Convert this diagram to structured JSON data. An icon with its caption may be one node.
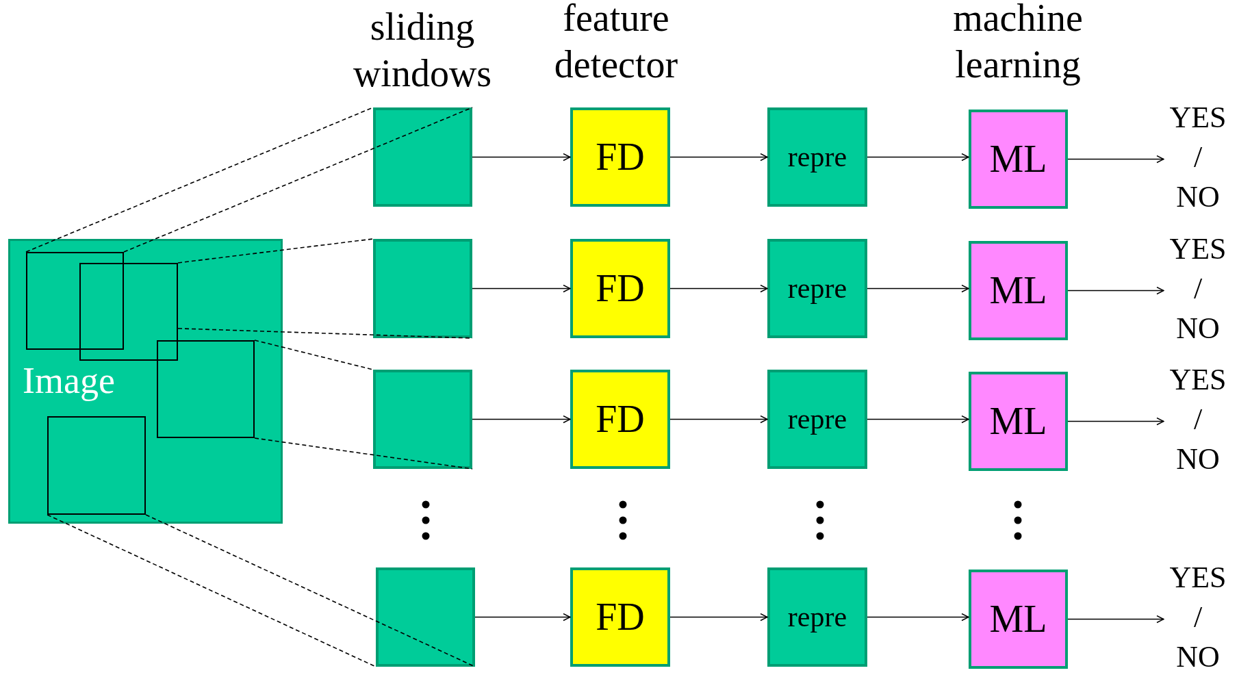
{
  "diagram": {
    "nodes": [
      {
        "text": [
          "Image"
        ]
      },
      {
        "text": [],
        "shape": "box",
        "in": 0
      },
      {
        "text": [],
        "shape": "box",
        "in": 0
      },
      {
        "text": [],
        "shape": "box",
        "in": 0
      },
      {
        "text": [],
        "shape": "box",
        "in": 0
      },
      {
        "text": [],
        "shape": "box"
      },
      {
        "text": [
          "FD"
        ]
      },
      {
        "text": [
          "repre"
        ]
      },
      {
        "text": [
          "ML"
        ]
      },
      {
        "text": [
          "YES / NO"
        ]
      },
      {
        "text": [],
        "shape": "box"
      },
      {
        "text": [
          "FD"
        ]
      },
      {
        "text": [
          "repre"
        ]
      },
      {
        "text": [
          "ML"
        ]
      },
      {
        "text": [
          "YES / NO"
        ]
      },
      {
        "text": [],
        "shape": "box"
      },
      {
        "text": [
          "FD"
        ]
      },
      {
        "text": [
          "repre"
        ]
      },
      {
        "text": [
          "ML"
        ]
      },
      {
        "text": [
          "YES / NO"
        ]
      },
      {
        "text": [],
        "shape": "box"
      },
      {
        "text": [
          "FD"
        ]
      },
      {
        "text": [
          "repre"
        ]
      },
      {
        "text": [
          "ML"
        ]
      },
      {
        "text": [
          "YES / NO"
        ]
      }
    ],
    "edges": [
      {
        "from": 1,
        "to": 5,
        "arrow": "none",
        "style": "dashed"
      },
      {
        "from": 1,
        "to": 5,
        "arrow": "none",
        "style": "dashed"
      },
      {
        "from": 2,
        "to": 10,
        "arrow": "none",
        "style": "dashed"
      },
      {
        "from": 2,
        "to": 10,
        "arrow": "none",
        "style": "dashed"
      },
      {
        "from": 3,
        "to": 15,
        "arrow": "none",
        "style": "dashed"
      },
      {
        "from": 3,
        "to": 15,
        "arrow": "none",
        "style": "dashed"
      },
      {
        "from": 4,
        "to": 20,
        "arrow": "none",
        "style": "dashed"
      },
      {
        "from": 4,
        "to": 20,
        "arrow": "none",
        "style": "dashed"
      },
      {
        "from": 5,
        "to": 6,
        "arrow": "to"
      },
      {
        "from": 6,
        "to": 7,
        "arrow": "to"
      },
      {
        "from": 7,
        "to": 8,
        "arrow": "to"
      },
      {
        "from": 8,
        "to": 9,
        "arrow": "to"
      },
      {
        "from": 10,
        "to": 11,
        "arrow": "to"
      },
      {
        "from": 11,
        "to": 12,
        "arrow": "to"
      },
      {
        "from": 12,
        "to": 13,
        "arrow": "to"
      },
      {
        "from": 13,
        "to": 14,
        "arrow": "to"
      },
      {
        "from": 15,
        "to": 16,
        "arrow": "to"
      },
      {
        "from": 16,
        "to": 17,
        "arrow": "to"
      },
      {
        "from": 17,
        "to": 18,
        "arrow": "to"
      },
      {
        "from": 18,
        "to": 19,
        "arrow": "to"
      },
      {
        "from": 20,
        "to": 21,
        "arrow": "to"
      },
      {
        "from": 21,
        "to": 22,
        "arrow": "to"
      },
      {
        "from": 22,
        "to": 23,
        "arrow": "to"
      },
      {
        "from": 23,
        "to": 24,
        "arrow": "to"
      }
    ],
    "labels": [
      "sliding windows",
      "feature detector",
      "machine learning"
    ]
  }
}
